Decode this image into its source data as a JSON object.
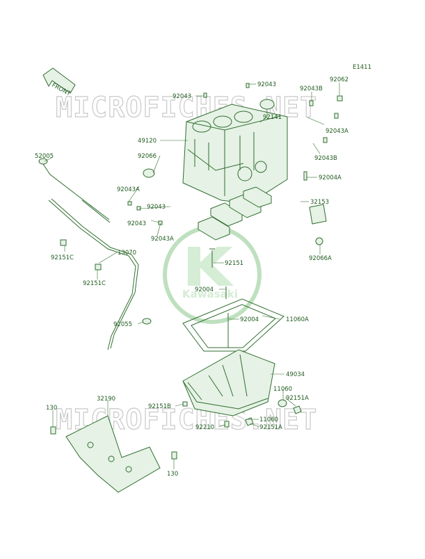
{
  "diagram_id": "E1411",
  "front_label": "FRONT",
  "watermark_text": "MICROFICHES.NET",
  "logo_text": "Kawasaki",
  "colors": {
    "line": "#2f6e2f",
    "label": "#1f5a1f",
    "watermark": "#c9c9c9",
    "logo": "#d5ecd5"
  },
  "part_labels": [
    "92043",
    "92043",
    "92043B",
    "92062",
    "92141",
    "49120",
    "92043A",
    "92066",
    "52005",
    "92043B",
    "92004A",
    "92043A",
    "92043",
    "32153",
    "92043",
    "92043A",
    "92151C",
    "13070",
    "92151",
    "92066A",
    "92151C",
    "92004",
    "92004",
    "11060A",
    "92055",
    "49034",
    "11060",
    "92151B",
    "92151A",
    "32190",
    "130",
    "11060",
    "92210",
    "92151A",
    "130"
  ]
}
